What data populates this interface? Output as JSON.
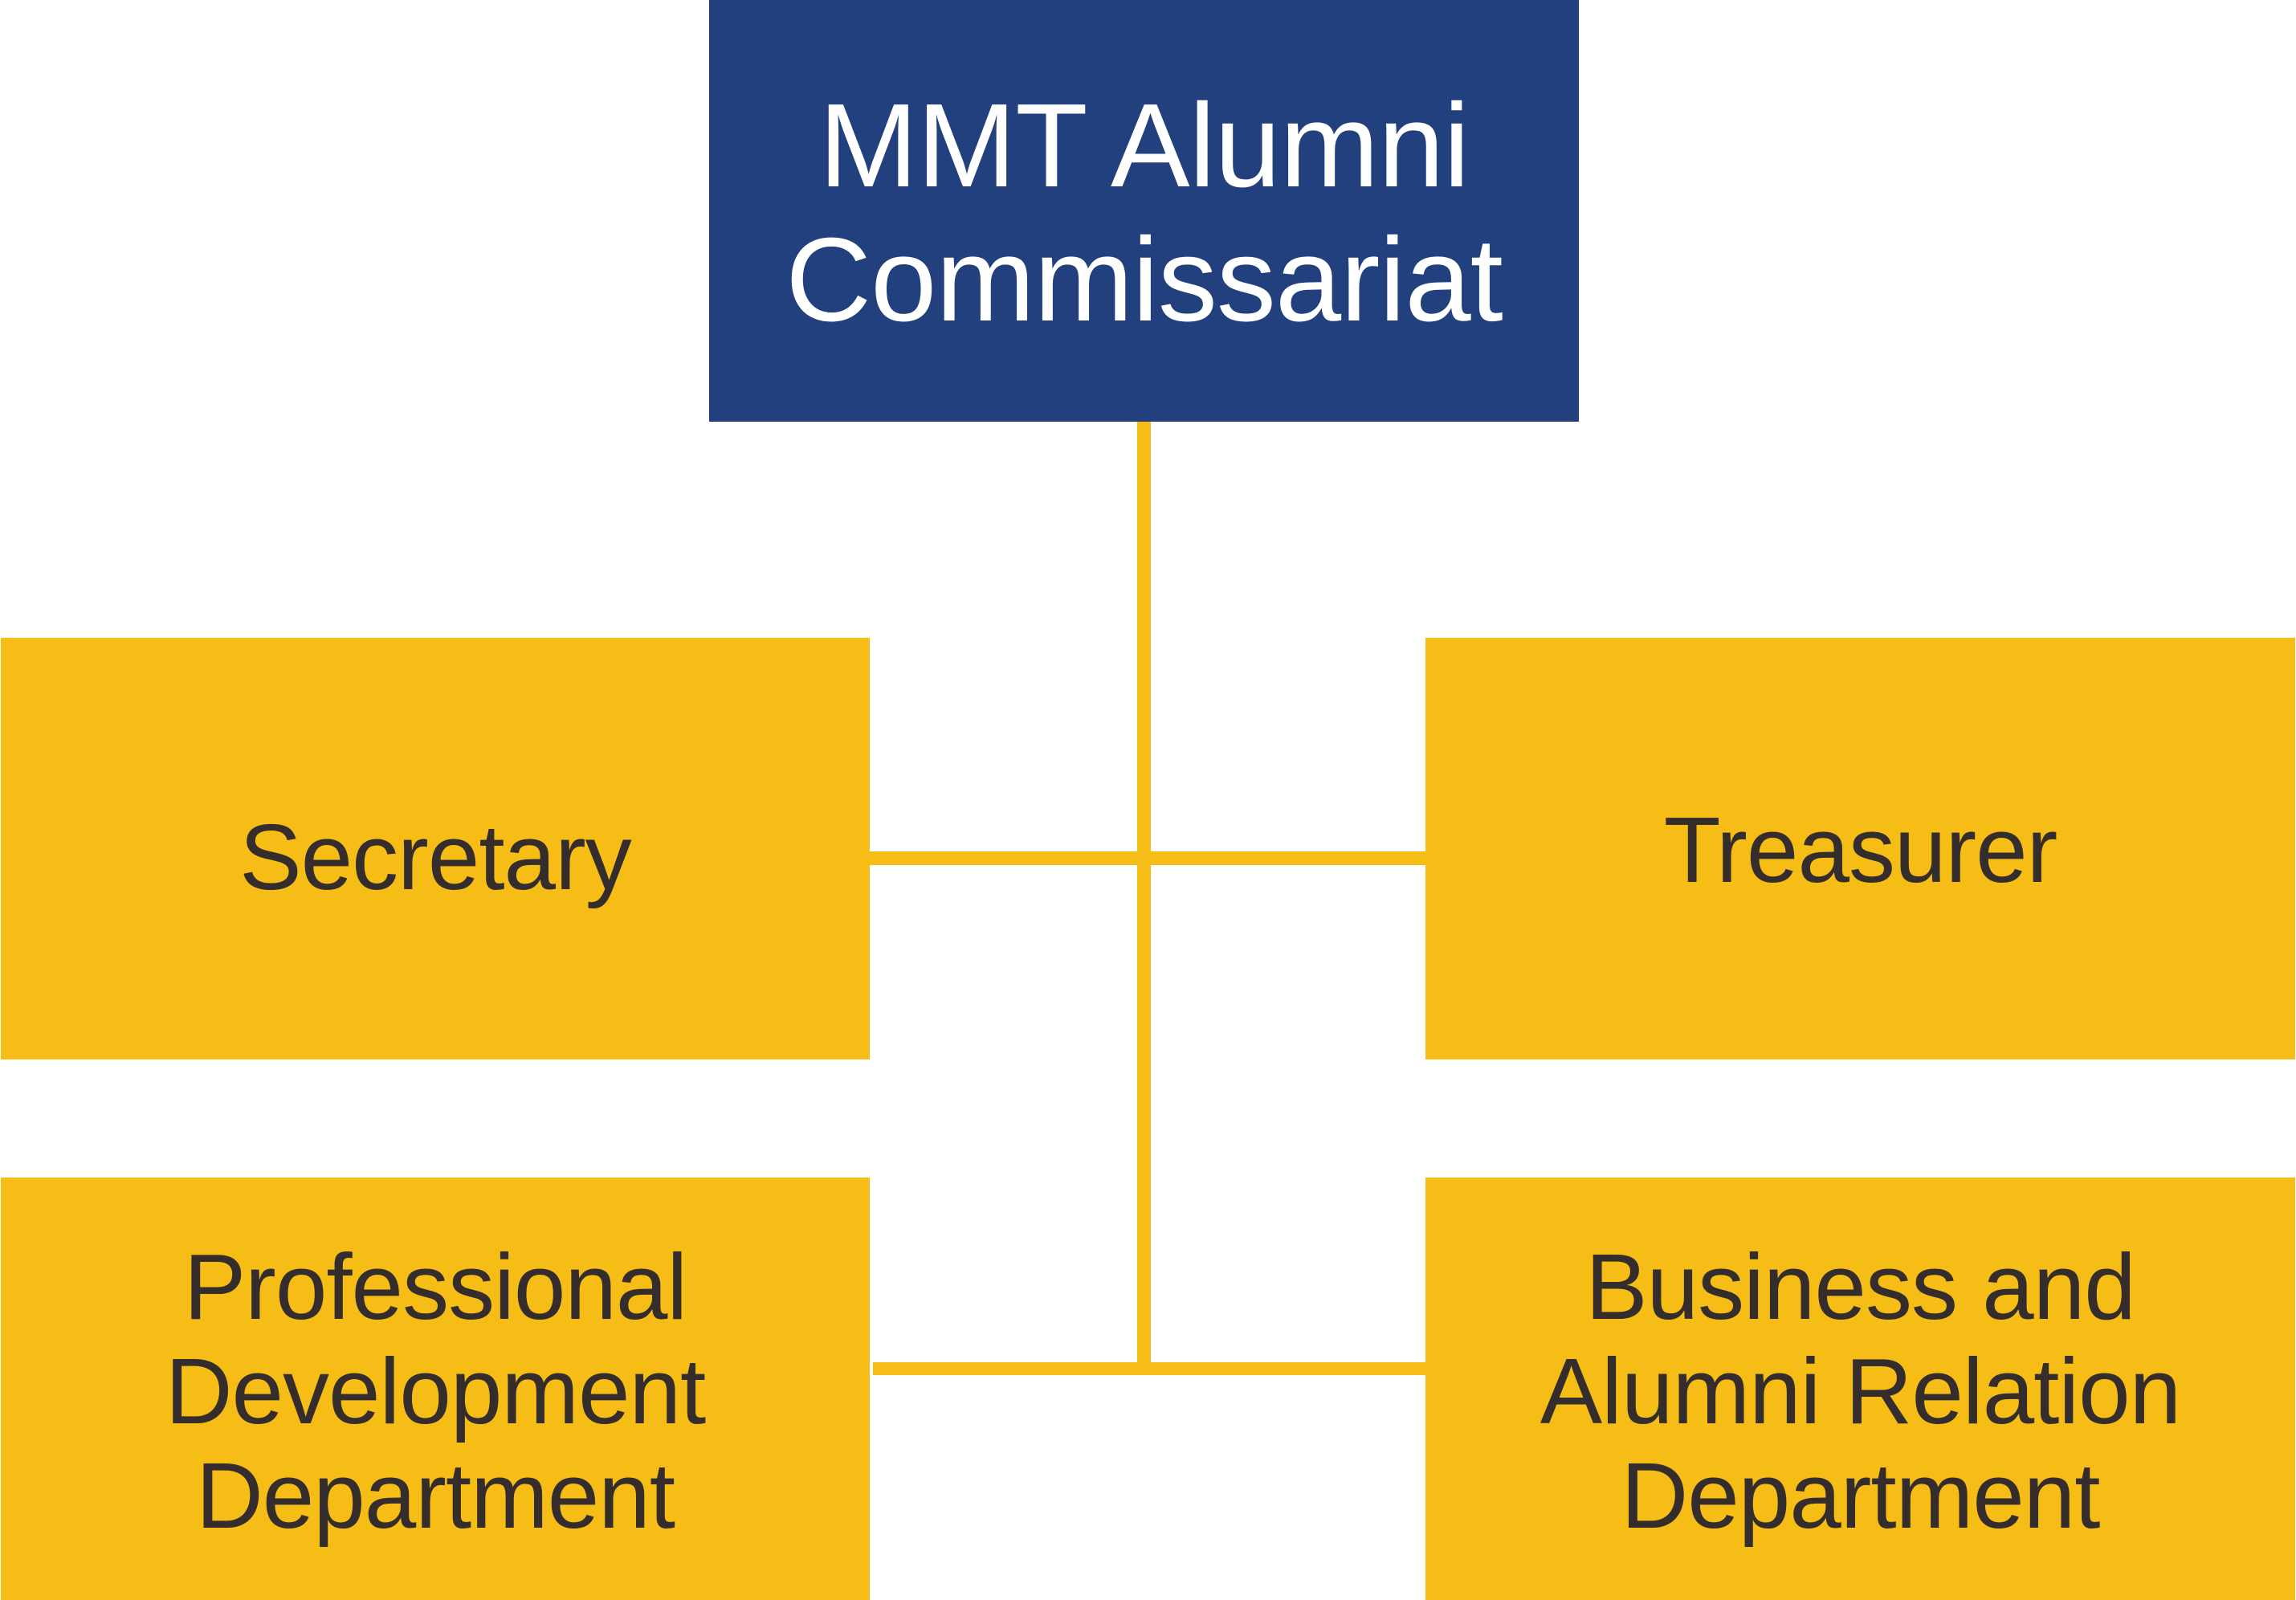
{
  "colors": {
    "root_fill": "#22407e",
    "root_text": "#ffffff",
    "child_fill": "#f5bd16",
    "child_text": "#342d2b",
    "connector": "#f5bd16",
    "background": "#ffffff"
  },
  "org_chart": {
    "root": {
      "lines": [
        "MMT Alumni",
        "Commissariat"
      ]
    },
    "children": [
      {
        "id": "secretary",
        "position": "middle-left",
        "lines": [
          "Secretary"
        ]
      },
      {
        "id": "treasurer",
        "position": "middle-right",
        "lines": [
          "Treasurer"
        ]
      },
      {
        "id": "professional-development-department",
        "position": "bottom-left",
        "lines": [
          "Professional",
          "Development",
          "Department"
        ]
      },
      {
        "id": "business-alumni-relation-department",
        "position": "bottom-right",
        "lines": [
          "Business and",
          "Alumni Relation",
          "Department"
        ]
      }
    ],
    "connections": [
      {
        "from": "root",
        "to": "secretary"
      },
      {
        "from": "root",
        "to": "treasurer"
      },
      {
        "from": "root",
        "to": "professional-development-department"
      },
      {
        "from": "root",
        "to": "business-alumni-relation-department"
      }
    ]
  }
}
